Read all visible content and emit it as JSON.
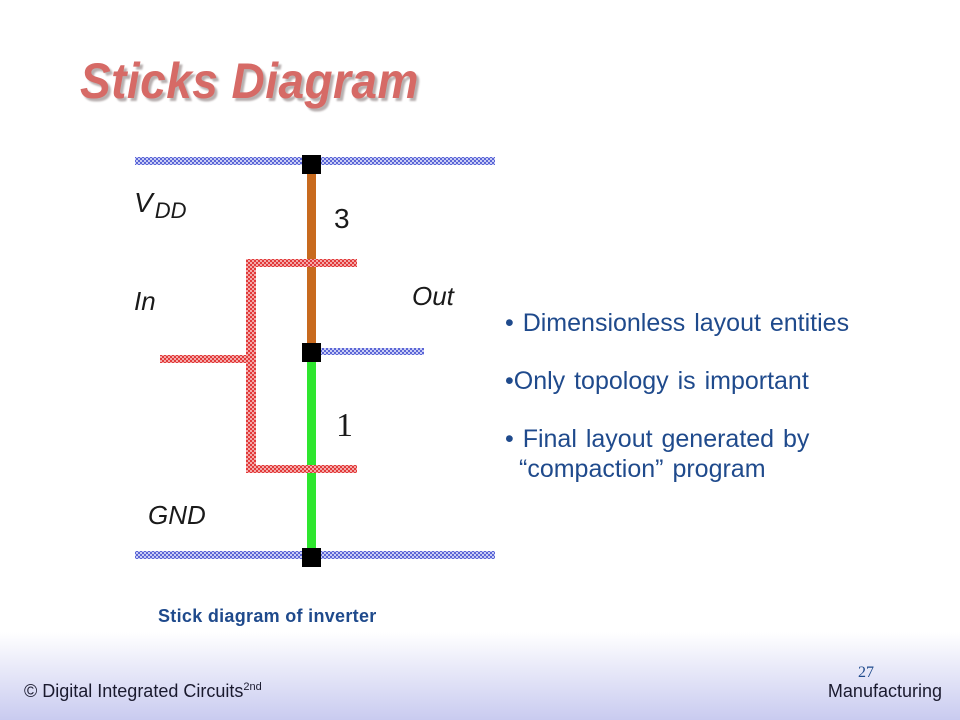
{
  "slide": {
    "title": "Sticks Diagram",
    "page_number": "27"
  },
  "diagram": {
    "vdd_label_main": "V",
    "vdd_label_sub": "DD",
    "gnd_label": "GND",
    "in_label": "In",
    "out_label": "Out",
    "pmos_size": "3",
    "nmos_size": "1",
    "caption": "Stick diagram of inverter",
    "colors": {
      "metal": "#5b66d6",
      "poly": "#e23a3a",
      "pdiff": "#c86a1e",
      "ndiff": "#2ee62e",
      "contact": "#000000"
    }
  },
  "bullets": [
    "• Dimensionless layout entities",
    "•Only topology is important",
    "• Final layout generated by"
  ],
  "bullet_continuation": "“compaction” program",
  "footer": {
    "left_main": "© Digital Integrated Circuits",
    "left_sup": "2nd",
    "right": "Manufacturing"
  }
}
